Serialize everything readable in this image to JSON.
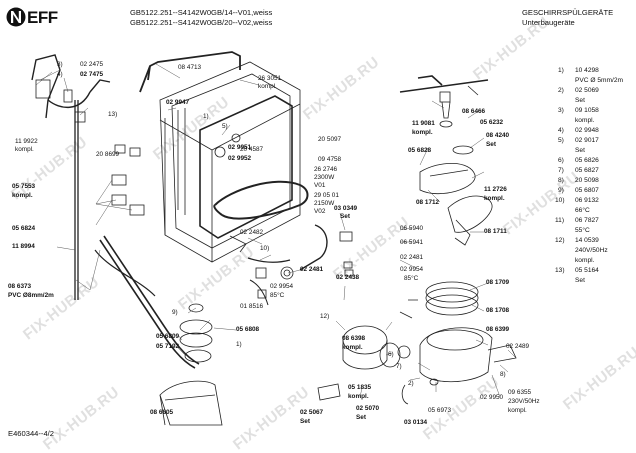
{
  "header": {
    "title_line1": "GB5122.251--S4142W0GB/14--V01,weiss",
    "title_line2": "GB5122.251--S4142W0GB/20--V02,weiss",
    "category_line1": "GESCHIRRSPÜLGERÄTE",
    "category_line2": "Unterbaugeräte"
  },
  "logo": {
    "text": "NEFF"
  },
  "footer": {
    "code": "E460344--4/2"
  },
  "watermark": {
    "text": "FIX-HUB.RU"
  },
  "legend": [
    {
      "n": "1)",
      "v": "10 4298"
    },
    {
      "n": "",
      "v": "PVC Ø 5mm/2m"
    },
    {
      "n": "2)",
      "v": "02 5069"
    },
    {
      "n": "",
      "v": "Set"
    },
    {
      "n": "3)",
      "v": "09 1058"
    },
    {
      "n": "",
      "v": "kompl."
    },
    {
      "n": "4)",
      "v": "02 9948"
    },
    {
      "n": "5)",
      "v": "02 9017"
    },
    {
      "n": "",
      "v": "Set"
    },
    {
      "n": "6)",
      "v": "05 6826"
    },
    {
      "n": "7)",
      "v": "05 6827"
    },
    {
      "n": "8)",
      "v": "20 5098"
    },
    {
      "n": "9)",
      "v": "05 6807"
    },
    {
      "n": "10)",
      "v": "06 9132"
    },
    {
      "n": "",
      "v": "66°C"
    },
    {
      "n": "11)",
      "v": "06 7827"
    },
    {
      "n": "",
      "v": "55°C"
    },
    {
      "n": "12)",
      "v": "14 0539"
    },
    {
      "n": "",
      "v": "240V/50Hz"
    },
    {
      "n": "",
      "v": "kompl."
    },
    {
      "n": "13)",
      "v": "05 5164"
    },
    {
      "n": "",
      "v": "Set"
    }
  ],
  "labels": [
    {
      "t": "3)",
      "b": true
    },
    {
      "t": "02 2475",
      "b": false
    },
    {
      "t": "4)",
      "b": true
    },
    {
      "t": "02 7475",
      "b": true
    },
    {
      "t": "13)",
      "b": false
    },
    {
      "t": "08 4713",
      "b": false
    },
    {
      "t": "26 3051",
      "b": false
    },
    {
      "t": "kompl.",
      "b": false
    },
    {
      "t": "02 9947",
      "b": true
    },
    {
      "t": "1)",
      "b": false
    },
    {
      "t": "5)",
      "b": false
    },
    {
      "t": "11 9922",
      "b": false
    },
    {
      "t": "kompl.",
      "b": false
    },
    {
      "t": "20 8699",
      "b": false
    },
    {
      "t": "20 4587",
      "b": false
    },
    {
      "t": "20 5097",
      "b": false
    },
    {
      "t": "05 7553",
      "b": true
    },
    {
      "t": "kompl.",
      "b": true
    },
    {
      "t": "02 9951",
      "b": true
    },
    {
      "t": "02 9952",
      "b": true
    },
    {
      "t": "09 4758",
      "b": false
    },
    {
      "t": "26 2746",
      "b": false
    },
    {
      "t": "2300W",
      "b": false
    },
    {
      "t": "V01",
      "b": false
    },
    {
      "t": "29  05 01",
      "b": false
    },
    {
      "t": "2150W",
      "b": false
    },
    {
      "t": "V02",
      "b": false
    },
    {
      "t": "05 6824",
      "b": true
    },
    {
      "t": "03 0349",
      "b": true
    },
    {
      "t": "Set",
      "b": true
    },
    {
      "t": "02 2482",
      "b": false
    },
    {
      "t": "10)",
      "b": false
    },
    {
      "t": "11 8994",
      "b": true
    },
    {
      "t": "02 2481",
      "b": true
    },
    {
      "t": "02 9954",
      "b": false
    },
    {
      "t": "85°C",
      "b": false
    },
    {
      "t": "01 8516",
      "b": false
    },
    {
      "t": "02 2438",
      "b": true
    },
    {
      "t": "08 6373",
      "b": true
    },
    {
      "t": "PVC Ø8mm/2m",
      "b": true
    },
    {
      "t": "9)",
      "b": false
    },
    {
      "t": "12)",
      "b": false
    },
    {
      "t": "05 6808",
      "b": true
    },
    {
      "t": "05 6809",
      "b": true
    },
    {
      "t": "05 7192",
      "b": true
    },
    {
      "t": "1)",
      "b": false
    },
    {
      "t": "08 6398",
      "b": true
    },
    {
      "t": "kompl.",
      "b": true
    },
    {
      "t": "6)",
      "b": false
    },
    {
      "t": "7)",
      "b": false
    },
    {
      "t": "2)",
      "b": false
    },
    {
      "t": "08 6805",
      "b": true
    },
    {
      "t": "05 1835",
      "b": true
    },
    {
      "t": "kompl.",
      "b": true
    },
    {
      "t": "02 5067",
      "b": true
    },
    {
      "t": "Set",
      "b": true
    },
    {
      "t": "02 5070",
      "b": true
    },
    {
      "t": "Set",
      "b": true
    },
    {
      "t": "03 0134",
      "b": true
    },
    {
      "t": "05 6973",
      "b": false
    },
    {
      "t": "11 9081",
      "b": true
    },
    {
      "t": "kompl.",
      "b": true
    },
    {
      "t": "08 6466",
      "b": true
    },
    {
      "t": "05 6232",
      "b": true
    },
    {
      "t": "08 4240",
      "b": true
    },
    {
      "t": "Set",
      "b": true
    },
    {
      "t": "05 6828",
      "b": true
    },
    {
      "t": "11 2726",
      "b": true
    },
    {
      "t": "kompl.",
      "b": true
    },
    {
      "t": "08 1712",
      "b": true
    },
    {
      "t": "06 5940",
      "b": false
    },
    {
      "t": "06 5941",
      "b": false
    },
    {
      "t": "08 1711",
      "b": true
    },
    {
      "t": "02 2481",
      "b": false
    },
    {
      "t": "02 9954",
      "b": false
    },
    {
      "t": "85°C",
      "b": false
    },
    {
      "t": "08 1709",
      "b": true
    },
    {
      "t": "08 1708",
      "b": true
    },
    {
      "t": "08 6399",
      "b": true
    },
    {
      "t": "02 2489",
      "b": false
    },
    {
      "t": "8)",
      "b": false
    },
    {
      "t": "02 9950",
      "b": false
    },
    {
      "t": "09 6355",
      "b": false
    },
    {
      "t": "230V/50Hz",
      "b": false
    },
    {
      "t": "kompl.",
      "b": false
    }
  ]
}
